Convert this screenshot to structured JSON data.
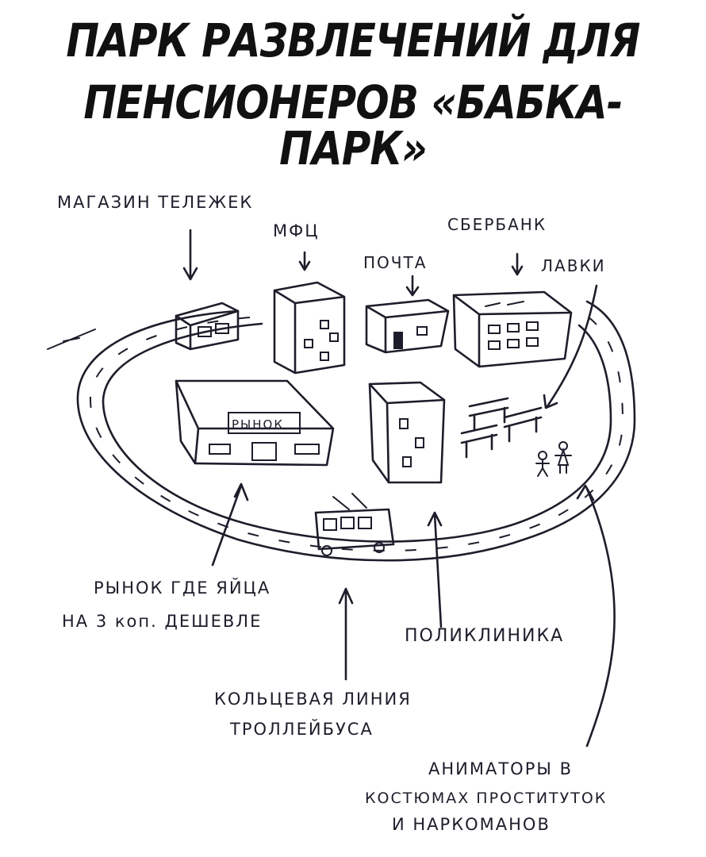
{
  "title": {
    "line1": "ПАРК РАЗВЛЕЧЕНИЙ ДЛЯ",
    "line2": "ПЕНСИОНЕРОВ «БАБКА-ПАРК»"
  },
  "labels": {
    "cart_shop": "МАГАЗИН ТЕЛЕЖЕК",
    "mfc": "МФЦ",
    "post": "ПОЧТА",
    "sberbank": "СБЕРБАНК",
    "benches": "ЛАВКИ",
    "market_sign": "РЫНОК",
    "market_line1": "РЫНОК ГДЕ ЯЙЦА",
    "market_line2": "НА 3 коп. ДЕШЕВЛЕ",
    "clinic": "ПОЛИКЛИНИКА",
    "trolley_line1": "КОЛЬЦЕВАЯ ЛИНИЯ",
    "trolley_line2": "ТРОЛЛЕЙБУСА",
    "anim_line1": "АНИМАТОРЫ В",
    "anim_line2": "КОСТЮМАХ ПРОСТИТУТОК",
    "anim_line3": "И НАРКОМАНОВ"
  }
}
